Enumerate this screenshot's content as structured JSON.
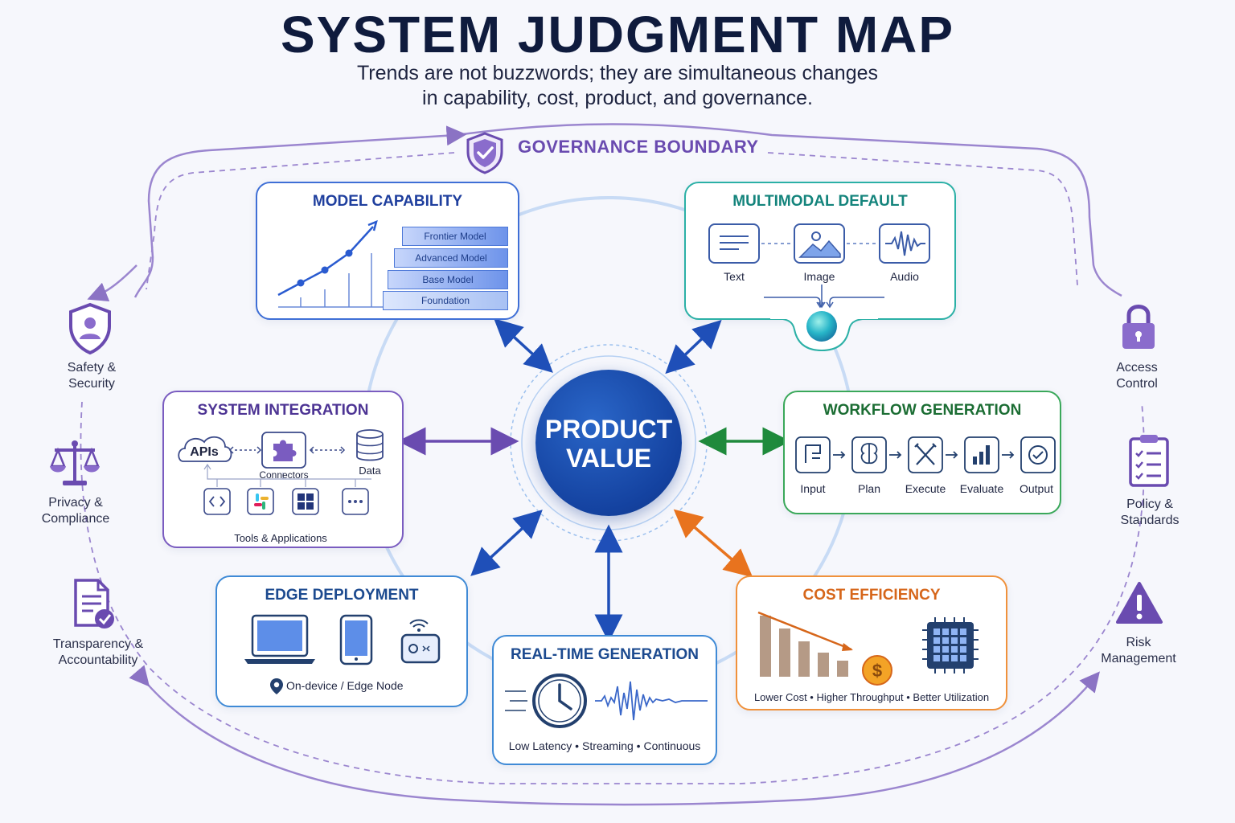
{
  "title": "SYSTEM JUDGMENT MAP",
  "subtitle_line1": "Trends are not buzzwords; they are simultaneous changes",
  "subtitle_line2": "in capability, cost, product, and governance.",
  "governance_label": "GOVERNANCE BOUNDARY",
  "center": {
    "line1": "PRODUCT",
    "line2": "VALUE"
  },
  "model_capability": {
    "title": "MODEL CAPABILITY",
    "layers": [
      "Frontier Model",
      "Advanced Model",
      "Base Model",
      "Foundation"
    ]
  },
  "multimodal": {
    "title": "MULTIMODAL DEFAULT",
    "items": [
      "Text",
      "Image",
      "Audio"
    ]
  },
  "system_integration": {
    "title": "SYSTEM INTEGRATION",
    "apis": "APIs",
    "connectors": "Connectors",
    "data": "Data",
    "tools": "Tools & Applications"
  },
  "workflow": {
    "title": "WORKFLOW GENERATION",
    "steps": [
      "Input",
      "Plan",
      "Execute",
      "Evaluate",
      "Output"
    ]
  },
  "edge": {
    "title": "EDGE DEPLOYMENT",
    "caption": "On-device / Edge Node"
  },
  "realtime": {
    "title": "REAL-TIME GENERATION",
    "caption": "Low Latency • Streaming • Continuous"
  },
  "cost": {
    "title": "COST EFFICIENCY",
    "caption": "Lower Cost • Higher Throughput • Better Utilization"
  },
  "left_items": [
    {
      "line1": "Safety &",
      "line2": "Security"
    },
    {
      "line1": "Privacy &",
      "line2": "Compliance"
    },
    {
      "line1": "Transparency &",
      "line2": "Accountability"
    }
  ],
  "right_items": [
    {
      "line1": "Access",
      "line2": "Control"
    },
    {
      "line1": "Policy &",
      "line2": "Standards"
    },
    {
      "line1": "Risk",
      "line2": "Management"
    }
  ],
  "colors": {
    "blue": "#1f4fb8",
    "teal": "#1aa39a",
    "purple": "#6a4bb0",
    "green": "#1f8a3c",
    "orange": "#e8731e",
    "navy": "#0f1b3d"
  }
}
